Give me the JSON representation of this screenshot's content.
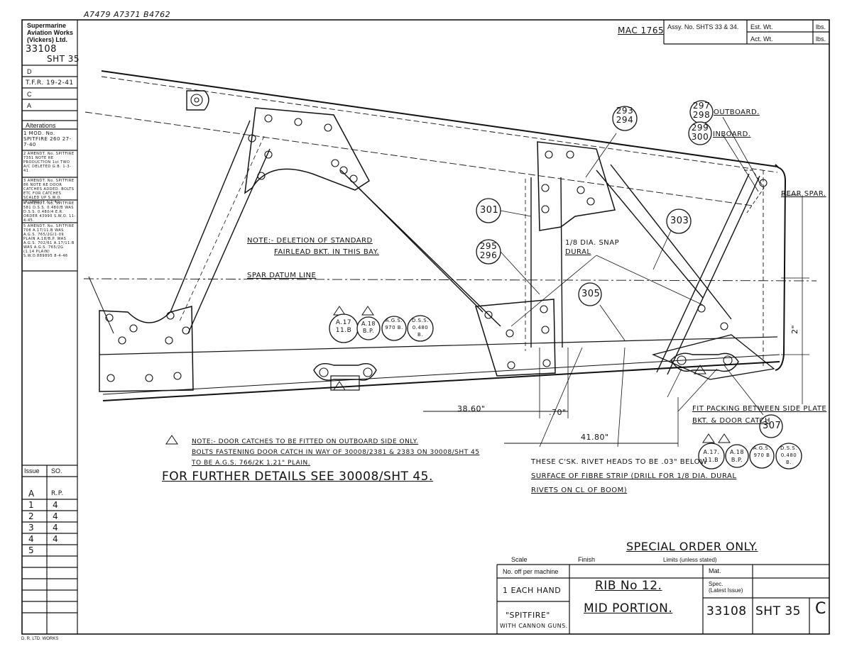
{
  "top_refs": "A7479  A7371  B4762",
  "mac": "MAC 1765",
  "assy": "Assy. No. SHTS 33 & 34.",
  "est_wt": "Est. Wt.",
  "act_wt": "Act. Wt.",
  "lbs1": "lbs.",
  "lbs2": "lbs.",
  "left_panel": {
    "company1": "Supermarine",
    "company2": "Aviation Works",
    "company3": "(Vickers) Ltd.",
    "drawing_no": "33108",
    "sheet": "SHT 35",
    "row_d": "D",
    "row_tfr": "T.F.R. 19-2-41",
    "row_c": "C",
    "row_a": "A",
    "alterations": "Alterations",
    "alt1": "1  MOD. No. SPITFIRE 260  27-7-40",
    "alt2": "2  AMENDT. No. SPITFIRE 7351  NOTE RE PRODUCTION 1st TWO A/C DELETED  G.B. 1-3-41.",
    "alt3": "3  AMENDT. No. SPITFIRE 86  NOTE RE DOOR CATCHES ADDED. BOLTS ETC FOR CATCHES SCALED UP  S.W.O.(R.SHEET) 7-3-41",
    "alt4": "4  AMENDT. No. SPITFIRE 581  D.S.S. 0.480/B WAS D.S.S. 0.480/4  E.R. ORDER 43990  S.W.O. 11-4-45.",
    "alt5": "5  AMENDT. No. SPITFIRE 708  A.17/11.B WAS A.G.S. 765/2G/1-09 PLAIN A.18/B.P. WAS A.G.S. 702/61 A.17/11.B WAS A.G.S. 765/2G (1.14 PLAIN) S.W.O.889895 8-4-46",
    "issue_label": "Issue",
    "so_label": "SO.",
    "issues": [
      "A",
      "1",
      "2",
      "3",
      "4",
      "5"
    ],
    "issue_so": [
      "R.P.",
      "4",
      "4",
      "4",
      "4",
      ""
    ]
  },
  "callouts": {
    "c293": "293",
    "c294": "294",
    "c297": "297",
    "c298": "298",
    "c299": "299",
    "c300": "300",
    "outboard": "OUTBOARD.",
    "inboard": "INBOARD.",
    "c301": "301",
    "c303": "303",
    "c295": "295",
    "c296": "296",
    "c305": "305",
    "c307": "307",
    "rear_spar": "REAR SPAR.",
    "snap1": "1/8 DIA. SNAP",
    "snap2": "DURAL"
  },
  "notes": {
    "deletion1": "NOTE:- DELETION OF STANDARD",
    "deletion2": "FAIRLEAD BKT. IN THIS BAY.",
    "datum": "SPAR DATUM LINE",
    "door1": "NOTE:- DOOR CATCHES TO BE FITTED ON OUTBOARD SIDE ONLY.",
    "door2": "BOLTS FASTENING DOOR CATCH IN WAY OF 30008/2381 & 2383 ON 30008/SHT 45",
    "door3": "TO BE A.G.S. 766/2K 1.21\" PLAIN.",
    "further": "FOR FURTHER DETAILS SEE 30008/SHT 45.",
    "fit1": "FIT PACKING BETWEEN SIDE PLATE",
    "fit2": "BKT. & DOOR CATCH",
    "rivet1": "THESE C'SK. RIVET HEADS TO BE .03\" BELOW",
    "rivet2": "SURFACE OF FIBRE STRIP (DRILL FOR 1/8 DIA. DURAL",
    "rivet3": "RIVETS ON CL OF BOOM)",
    "special": "SPECIAL ORDER ONLY."
  },
  "bolts_left": [
    "A.17 11.B",
    "A.18 B.P.",
    "A.G.S. 970 B.",
    "D.S.S. 0.480 B."
  ],
  "bolts_right": [
    "A.17. 11.B",
    "A.18 B.P.",
    "A.G.S. 970 B",
    "D.S.S. 0.480 B."
  ],
  "dims": {
    "d3860": "38.60\"",
    "d70": ".70\"",
    "d4180": "41.80\"",
    "d2": "2\""
  },
  "title_block": {
    "scale": "Scale",
    "finish": "Finish",
    "limits": "Limits (unless stated)",
    "no_off": "No. off per machine",
    "each_hand": "1 EACH HAND",
    "spitfire": "\"SPITFIRE\"",
    "cannon": "WITH CANNON GUNS.",
    "title1": "RIB No 12.",
    "title2": "MID PORTION.",
    "mat": "Mat.",
    "spec1": "Spec.",
    "spec2": "(Latest Issue)",
    "dwg": "33108",
    "sht": "SHT 35",
    "issue": "C"
  },
  "printer": "D. R. LTD. WORKS"
}
